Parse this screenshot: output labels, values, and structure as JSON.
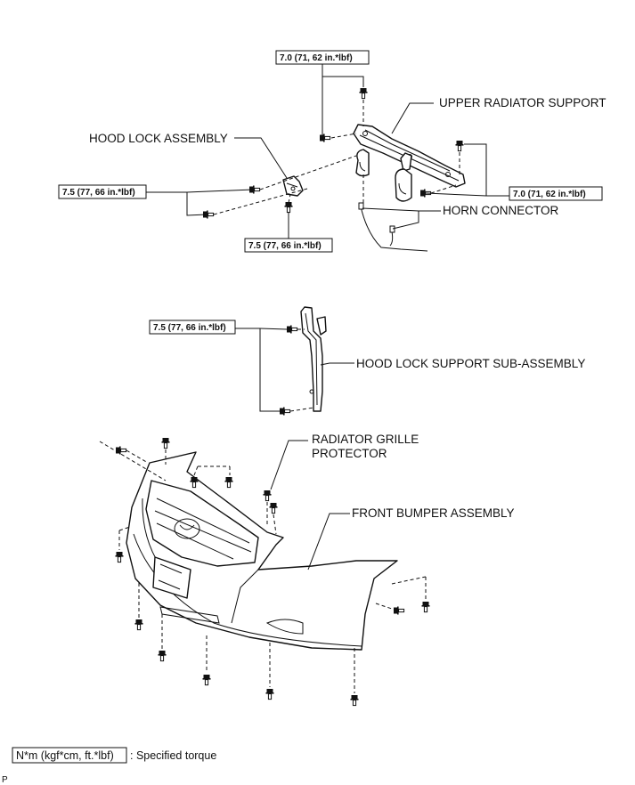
{
  "labels": {
    "upper_radiator_support": "UPPER RADIATOR SUPPORT",
    "hood_lock_assembly": "HOOD LOCK ASSEMBLY",
    "horn_connector": "HORN CONNECTOR",
    "hood_lock_support": "HOOD LOCK SUPPORT SUB-ASSEMBLY",
    "radiator_grille_protector_line1": "RADIATOR GRILLE",
    "radiator_grille_protector_line2": "PROTECTOR",
    "front_bumper_assembly": "FRONT BUMPER ASSEMBLY"
  },
  "torques": {
    "upper_top": "7.0 (71, 62 in.*lbf)",
    "upper_right": "7.0 (71, 62 in.*lbf)",
    "hood_lock_left": "7.5 (77, 66 in.*lbf)",
    "hood_lock_bottom": "7.5 (77, 66 in.*lbf)",
    "support": "7.5 (77, 66 in.*lbf)"
  },
  "legend": {
    "unit_box": "N*m (kgf*cm, ft.*lbf)",
    "text": ": Specified torque"
  },
  "corner_mark": "P"
}
